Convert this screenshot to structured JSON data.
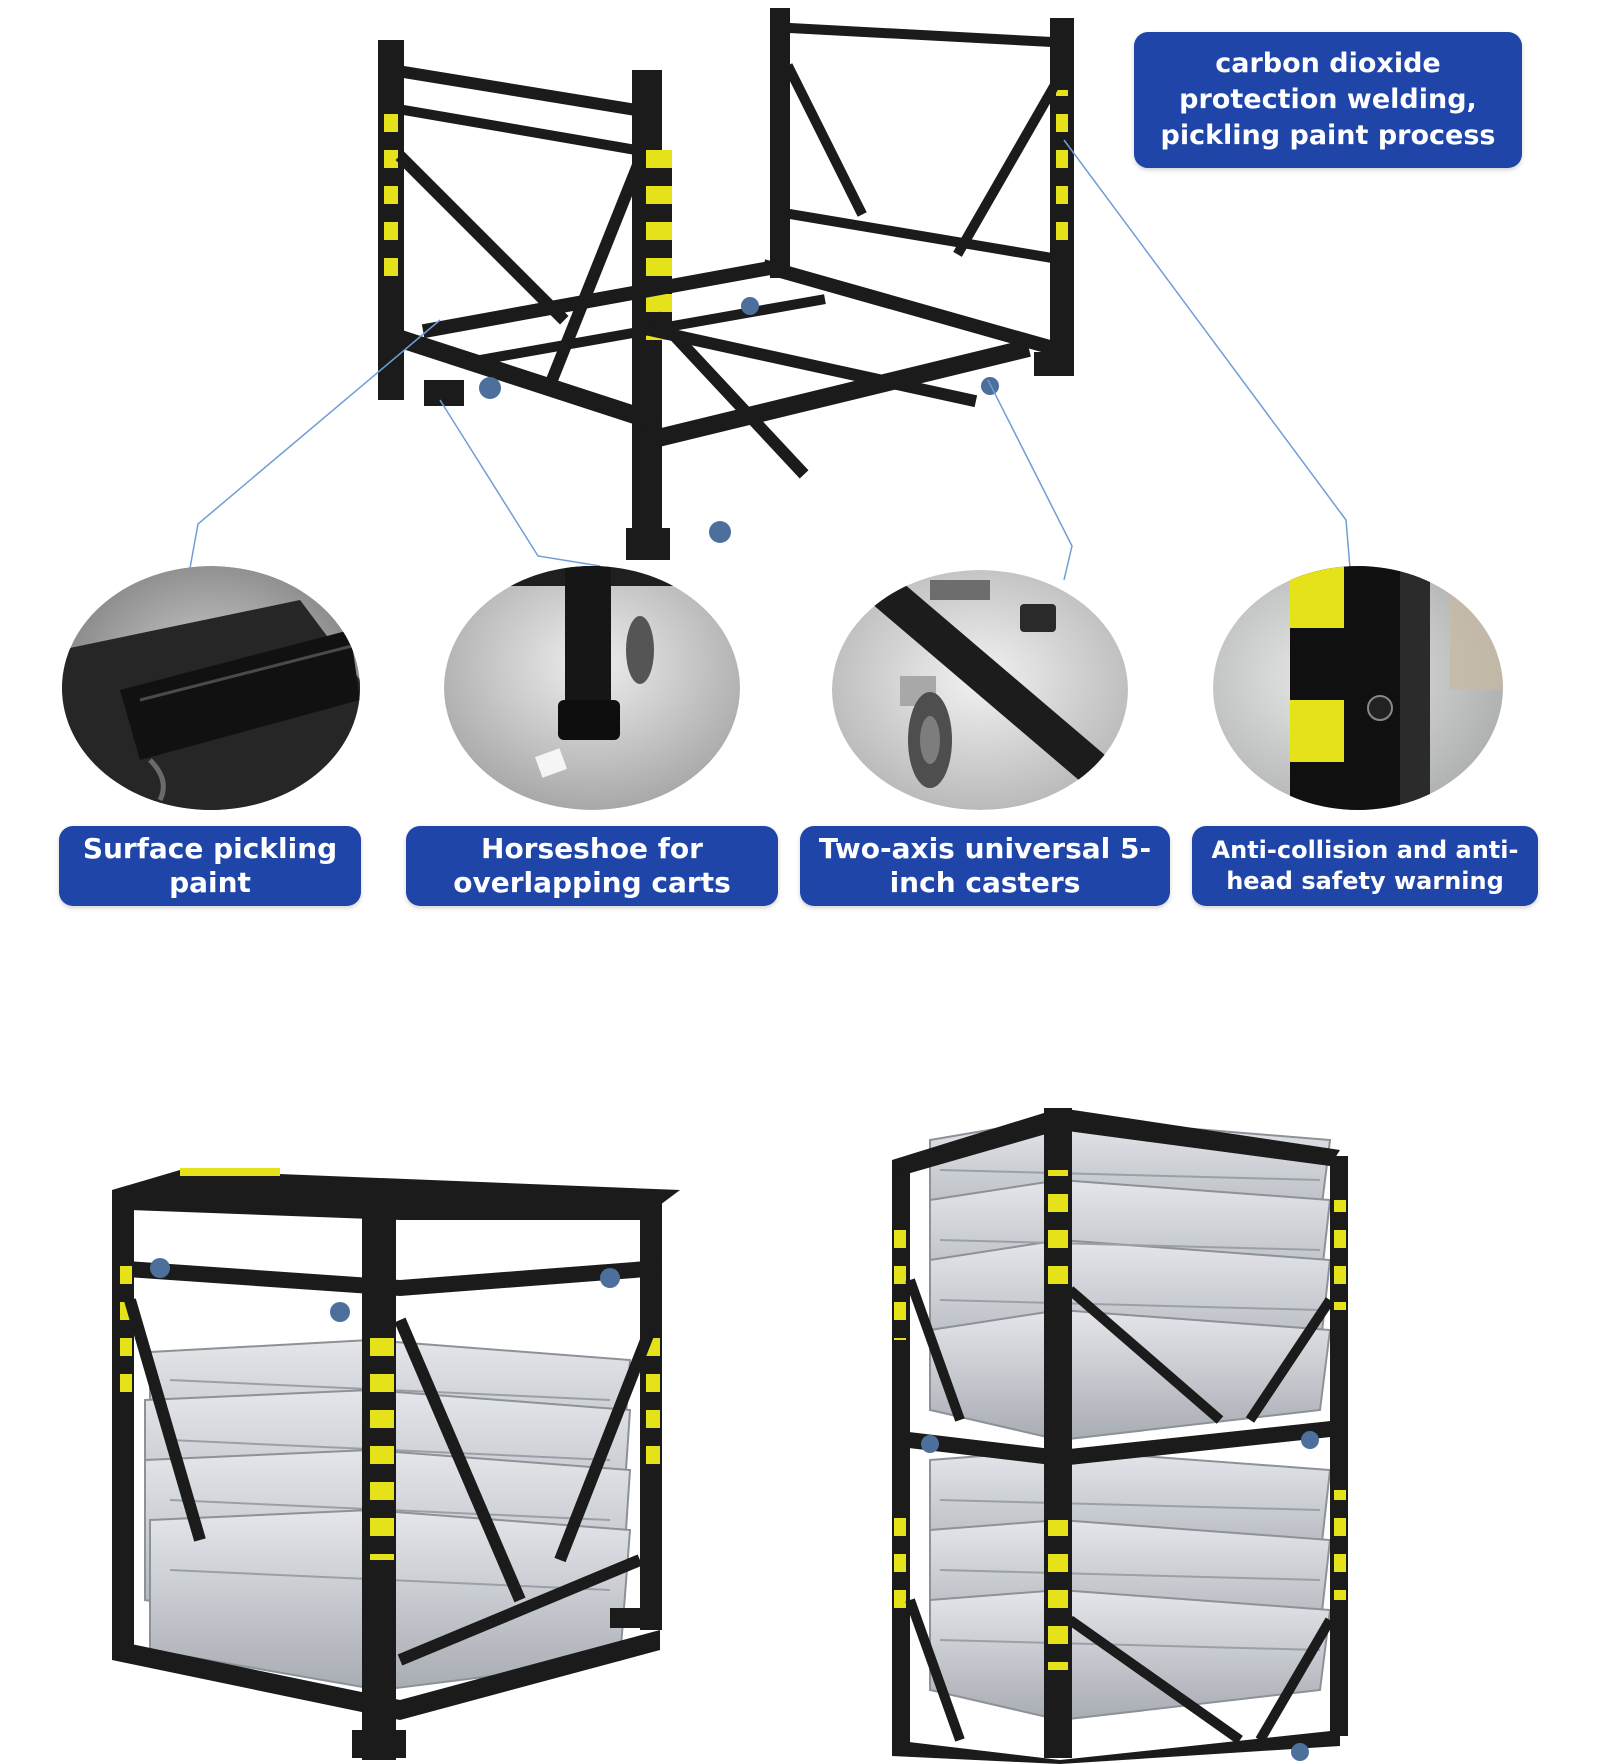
{
  "features": {
    "welding_label": "carbon dioxide\nprotection welding,\npickling paint process",
    "items": [
      {
        "label": "Surface pickling\npaint",
        "icon": "weld-closeup"
      },
      {
        "label": "Horseshoe for\noverlapping carts",
        "icon": "horseshoe-foot-closeup"
      },
      {
        "label": "Two-axis universal 5-\ninch casters",
        "icon": "caster-closeup"
      },
      {
        "label": "Anti-collision and anti-\nhead safety warning",
        "icon": "warning-tape-closeup"
      }
    ]
  },
  "colors": {
    "label_bg": "#1f45a8",
    "label_text": "#ffffff",
    "frame_black": "#1b1b1b",
    "hazard_yellow": "#e6e21a",
    "leader_line": "#6f9ed6",
    "aluminum": "#c9ccd1"
  }
}
